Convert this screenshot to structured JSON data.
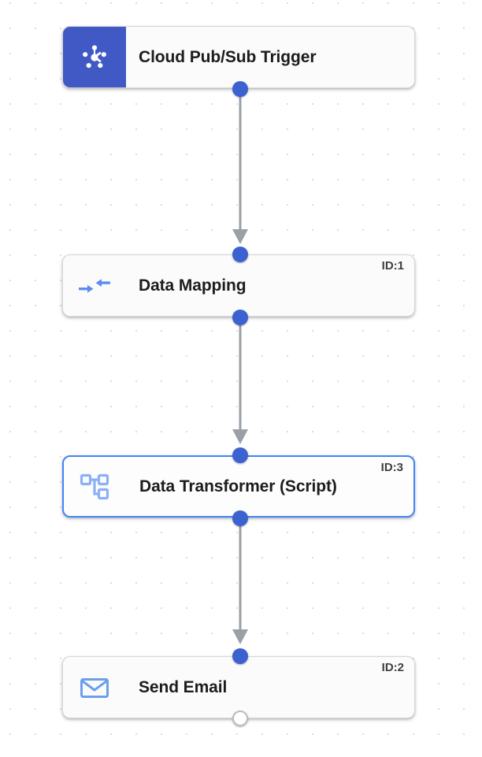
{
  "canvas": {
    "title": "Workflow Canvas",
    "background": "#ffffff",
    "grid_dot_color": "#dcdcdc",
    "accent_color": "#4285f4",
    "port_color": "#3b62d0",
    "edge_color": "#9aa0a6"
  },
  "nodes": [
    {
      "id_label": "",
      "label": "Cloud Pub/Sub Trigger",
      "icon": "pubsub-hub-icon",
      "icon_style": "filled-tile",
      "tile_color": "#4159c4",
      "icon_color": "#ffffff",
      "selected": false,
      "input_port": "none",
      "output_port": "filled"
    },
    {
      "id_label": "ID:1",
      "label": "Data Mapping",
      "icon": "merge-arrows-icon",
      "icon_style": "outline",
      "tile_color": "transparent",
      "icon_color": "#5b8def",
      "selected": false,
      "input_port": "filled",
      "output_port": "filled"
    },
    {
      "id_label": "ID:3",
      "label": "Data Transformer (Script)",
      "icon": "account-tree-icon",
      "icon_style": "outline",
      "tile_color": "transparent",
      "icon_color": "#8ab0f5",
      "selected": true,
      "input_port": "filled",
      "output_port": "filled"
    },
    {
      "id_label": "ID:2",
      "label": "Send Email",
      "icon": "envelope-icon",
      "icon_style": "outline",
      "tile_color": "transparent",
      "icon_color": "#6d9eeb",
      "selected": false,
      "input_port": "filled",
      "output_port": "hollow"
    }
  ],
  "edges": [
    {
      "from": "Cloud Pub/Sub Trigger",
      "to": "Data Mapping",
      "arrow": "down"
    },
    {
      "from": "Data Mapping",
      "to": "Data Transformer (Script)",
      "arrow": "down"
    },
    {
      "from": "Data Transformer (Script)",
      "to": "Send Email",
      "arrow": "down"
    }
  ]
}
